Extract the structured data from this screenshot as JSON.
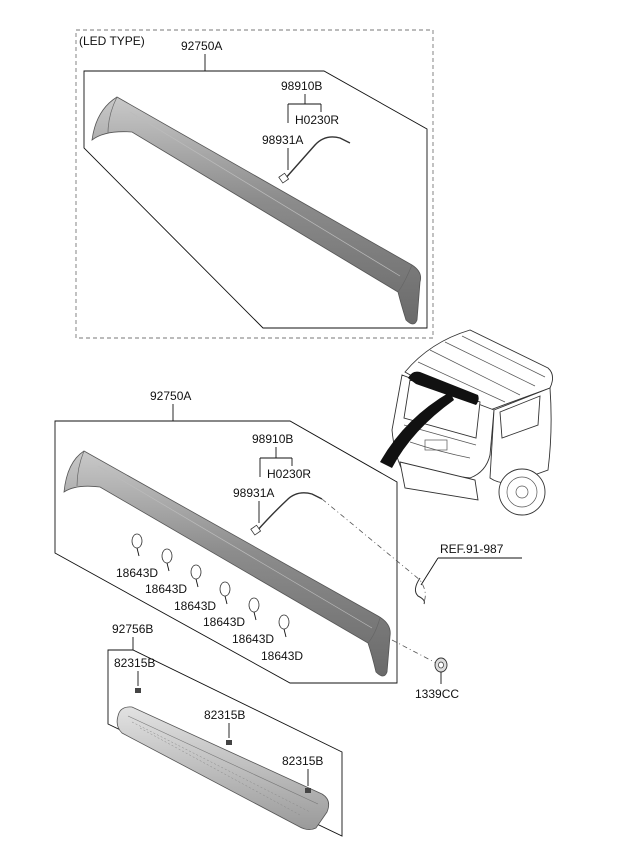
{
  "led_type": {
    "caption": "(LED TYPE)",
    "spoiler": "92750A",
    "wiring": "98910B",
    "connector": "H0230R",
    "harness": "98931A"
  },
  "standard": {
    "spoiler": "92750A",
    "wiring": "98910B",
    "connector": "H0230R",
    "harness": "98931A",
    "bulbs": [
      "18643D",
      "18643D",
      "18643D",
      "18643D",
      "18643D",
      "18643D"
    ],
    "lamp": "92756B",
    "screws": [
      "82315B",
      "82315B",
      "82315B"
    ],
    "reference": "REF.91-987",
    "grommet": "1339CC"
  }
}
